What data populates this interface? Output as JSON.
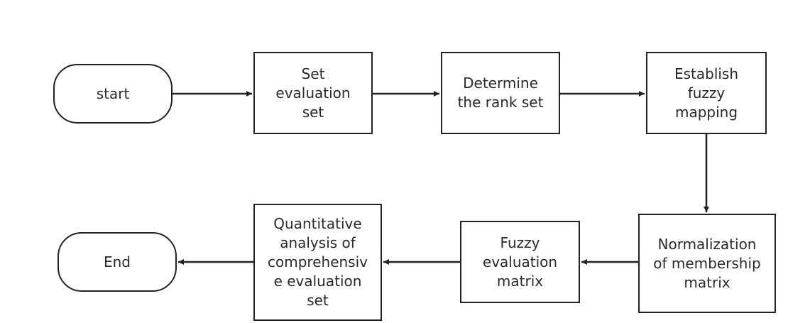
{
  "nodes": {
    "start": "start",
    "set_evaluation": "Set\nevaluation\nset",
    "rank_set": "Determine\nthe rank set",
    "fuzzy_mapping": "Establish\nfuzzy\nmapping",
    "normalization": "Normalization\nof membership\nmatrix",
    "fuzzy_matrix": "Fuzzy\nevaluation\nmatrix",
    "quantitative": "Quantitative\nanalysis of\ncomprehensiv\ne evaluation\nset",
    "end": "End"
  },
  "colors": {
    "stroke": "#222222",
    "fill": "#ffffff"
  }
}
